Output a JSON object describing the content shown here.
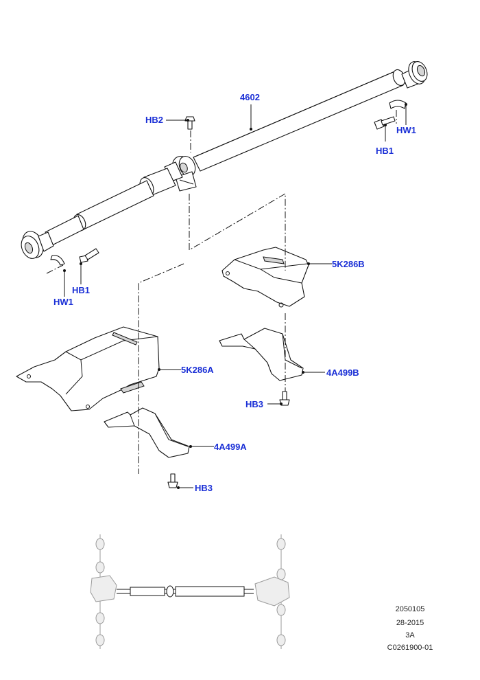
{
  "callouts": {
    "shaft": "4602",
    "hb2": "HB2",
    "hw1_right": "HW1",
    "hb1_right": "HB1",
    "hw1_left": "HW1",
    "hb1_left": "HB1",
    "shield_b": "5K286B",
    "shield_a": "5K286A",
    "bracket_b": "4A499B",
    "bracket_a": "4A499A",
    "hb3_upper": "HB3",
    "hb3_lower": "HB3"
  },
  "reference_block": {
    "line1": "2050105",
    "line2": "28-2015",
    "line3": "3A",
    "line4": "C0261900-01"
  },
  "colors": {
    "callout": "#1a2fd6",
    "line": "#111111",
    "shade": "#d6d6d6",
    "locator": "#9a9a9a"
  }
}
